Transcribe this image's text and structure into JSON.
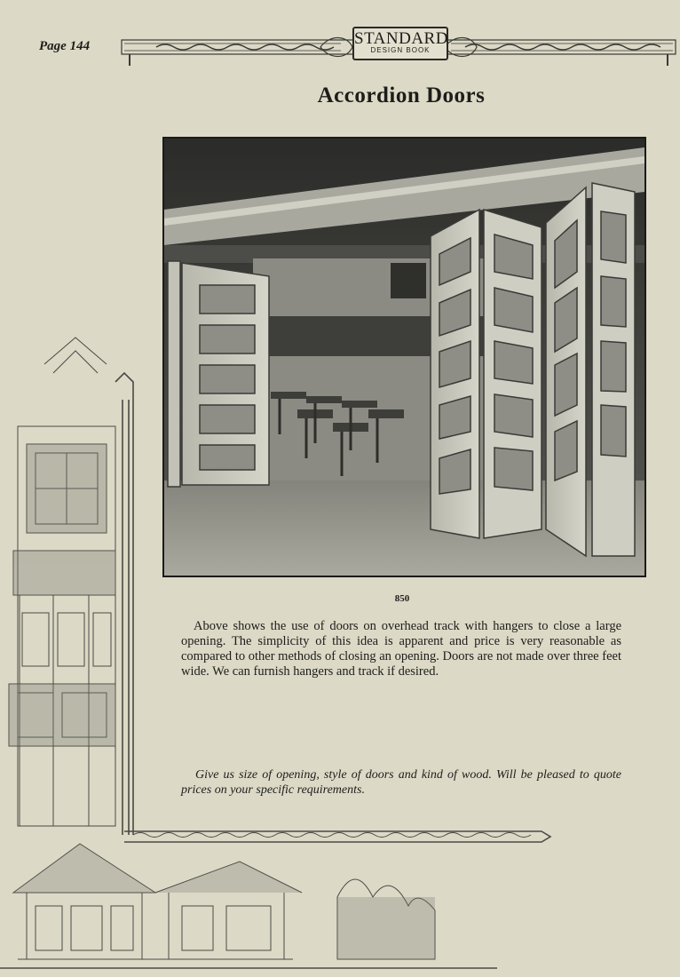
{
  "page": {
    "number": "Page 144",
    "logo_line1": "STANDARD",
    "logo_line2": "DESIGN BOOK",
    "title": "Accordion Doors"
  },
  "figure": {
    "plate_number": "850",
    "image_icon": "accordion-doors-photo"
  },
  "text": {
    "description": "Above shows the use of doors on overhead track with hangers to close a large opening. The simplicity of this idea is apparent and price is very reasonable as compared to other methods of closing an opening. Doors are not made over three feet wide. We can furnish hangers and track if desired.",
    "closing": "Give us size of opening, style of doors and kind of wood. Will be pleased to quote prices on your specific requirements."
  },
  "colors": {
    "paper": "#dcd9c6",
    "ink": "#1d1d1b"
  }
}
